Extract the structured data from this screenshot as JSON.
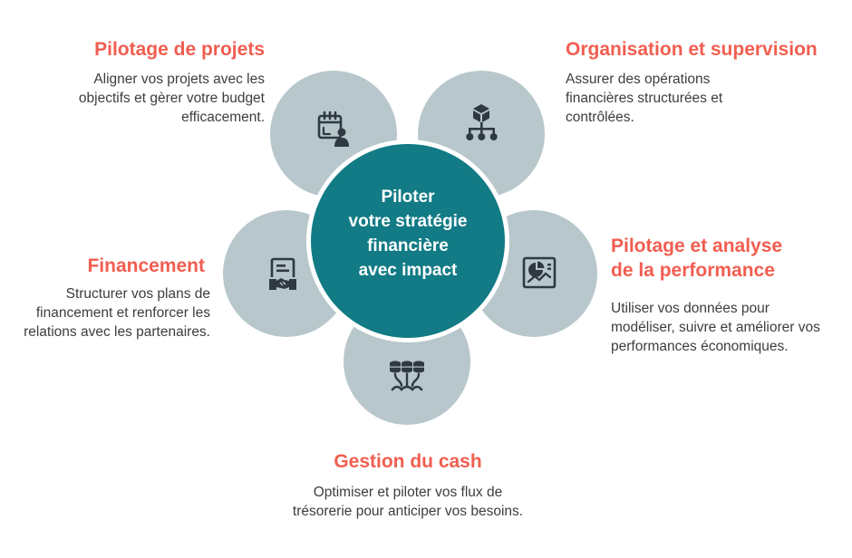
{
  "center": {
    "lines": [
      "Piloter",
      "votre stratégie",
      "financière",
      "avec impact"
    ]
  },
  "colors": {
    "petal": "#b8c7cc",
    "center": "#127b85",
    "title": "#f15e50",
    "icon": "#2e3a40",
    "text": "#3d3d3d"
  },
  "sections": {
    "projets": {
      "title": "Pilotage de projets",
      "desc_lines": [
        "Aligner vos projets avec les",
        "objectifs et gèrer votre budget",
        "efficacement."
      ],
      "icon": "calendar-person-icon"
    },
    "organisation": {
      "title": "Organisation et supervision",
      "desc_lines": [
        "Assurer des opérations",
        "financières structurées et",
        "contrôlées."
      ],
      "icon": "hierarchy-icon"
    },
    "performance": {
      "title_lines": [
        "Pilotage et analyse",
        "de la performance"
      ],
      "desc_lines": [
        "Utiliser vos données pour",
        "modéliser, suivre et améliorer vos",
        "performances économiques."
      ],
      "icon": "dashboard-chart-icon"
    },
    "cash": {
      "title": "Gestion du cash",
      "desc_lines": [
        "Optimiser et piloter vos flux de",
        "trésorerie pour anticiper vos besoins."
      ],
      "icon": "coins-flow-icon"
    },
    "financement": {
      "title": "Financement",
      "desc_lines": [
        "Structurer vos plans de",
        "financement et renforcer les",
        "relations avec les partenaires."
      ],
      "icon": "document-handshake-icon"
    }
  }
}
